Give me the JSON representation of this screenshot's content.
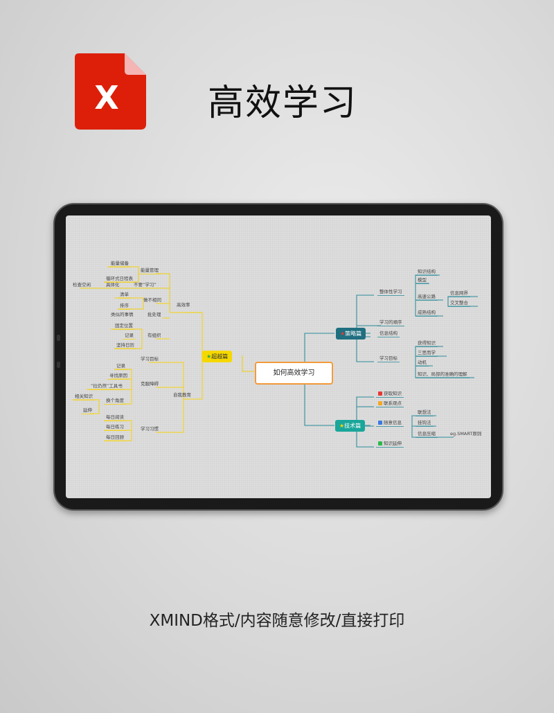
{
  "header": {
    "title": "高效学习",
    "logo_letter": "X",
    "logo_color": "#dd1f0a"
  },
  "footer": {
    "subtitle": "XMIND格式/内容随意修改/直接打印"
  },
  "mindmap": {
    "center": "如何高效学习",
    "left": {
      "label": "超越篇",
      "icon": "star-icon",
      "color": "#f5d800",
      "efficiency": {
        "label": "高效率",
        "energy": "能量管理",
        "energy_items": [
          "能量储备",
          "循环式日程表"
        ],
        "no_study": "不要“学习”",
        "concrete": "具体化",
        "check": "检查空闲",
        "different": "做不相同",
        "different_items": [
          "清单",
          "排序"
        ],
        "batch": "批处理",
        "batch_item": "类似的事情",
        "organized": "有组织",
        "organized_items": [
          "固定位置",
          "记录",
          "坚持日历"
        ]
      },
      "self_edu": {
        "label": "自我教育",
        "goal": "学习目标",
        "obstacle": "克服障碍",
        "obstacle_items": [
          "记录",
          "寻找原因",
          "“拉仍然”工具书"
        ],
        "angle": "换个角度",
        "angle_items": [
          "相关知识",
          "延伸"
        ],
        "habit": "学习习惯",
        "habit_items": [
          "每日阅读",
          "每日练习",
          "每日回顾"
        ]
      }
    },
    "strategy": {
      "label": "策略篇",
      "icon": "star-icon",
      "color": "#1f6f80",
      "holistic": "整体性学习",
      "holistic_items": [
        "知识结构",
        "模型",
        "高速公路",
        "成熟结构"
      ],
      "highway_items": [
        "信息网界",
        "交叉整合"
      ],
      "order": "学习的顺序",
      "info": "信息结构",
      "goal": "学习目标",
      "goal_items": [
        "获得知识",
        "三思而学",
        "动机",
        "知识、局部的准确的理解"
      ]
    },
    "technique": {
      "label": "技术篇",
      "icon": "star-icon",
      "color": "#1aa69a",
      "items": [
        "获取知识",
        "联系观点",
        "随意信息",
        "知识延伸"
      ],
      "item_colors": [
        "#e53935",
        "#f5a623",
        "#3b7be0",
        "#2db84d"
      ],
      "random_items": [
        "联想法",
        "挂钩法",
        "信息压缩"
      ],
      "smart": "eg.SMART原则"
    }
  }
}
